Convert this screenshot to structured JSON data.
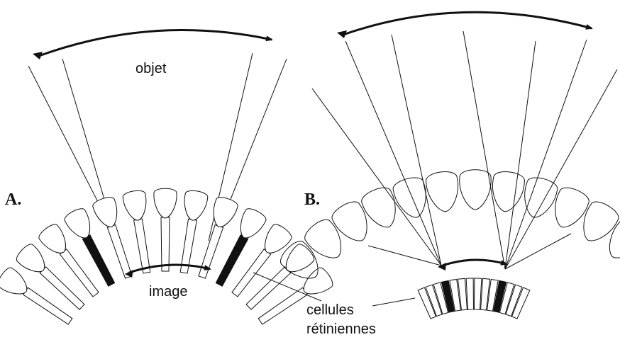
{
  "panel_a": {
    "label": "A.",
    "object_label": "objet",
    "image_label": "image"
  },
  "panel_b": {
    "label": "B."
  },
  "retina_label": {
    "line1": "cellules",
    "line2": "rétiniennes"
  },
  "colors": {
    "ink": "#111111",
    "background": "#ffffff"
  }
}
